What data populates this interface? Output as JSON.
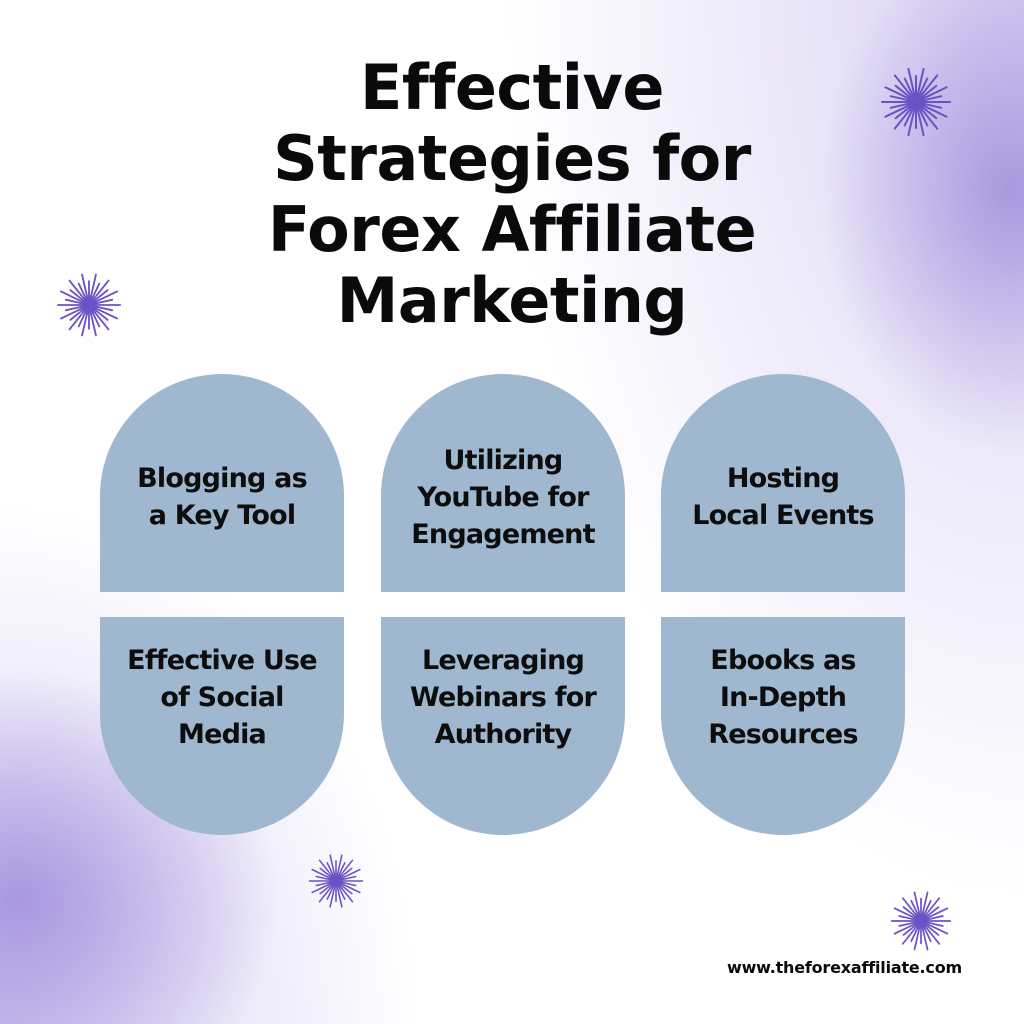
{
  "title": "Effective\nStrategies for\nForex Affiliate\nMarketing",
  "cards": [
    {
      "label": "Blogging as\na Key Tool"
    },
    {
      "label": "Utilizing\nYouTube for\nEngagement"
    },
    {
      "label": "Hosting\nLocal Events"
    },
    {
      "label": "Effective Use\nof Social\nMedia"
    },
    {
      "label": "Leveraging\nWebinars for\nAuthority"
    },
    {
      "label": "Ebooks as\nIn-Depth\nResources"
    }
  ],
  "footer": {
    "url": "www.theforexaffiliate.com"
  },
  "decorations": {
    "icon": "starburst-icon",
    "color": "#6a52c4"
  },
  "colors": {
    "card": "#9fb8cf",
    "text": "#0a0a0a",
    "accent_purple": "#a08ee0"
  }
}
